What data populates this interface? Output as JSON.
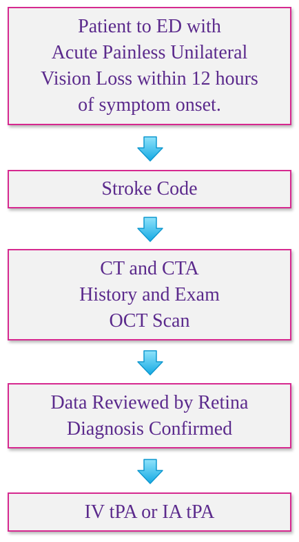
{
  "flowchart": {
    "steps": [
      {
        "lines": [
          "Patient to ED with",
          "Acute Painless Unilateral",
          "Vision Loss within 12 hours",
          "of symptom onset."
        ]
      },
      {
        "lines": [
          "Stroke Code"
        ]
      },
      {
        "lines": [
          "CT and CTA",
          "History and Exam",
          "OCT Scan"
        ]
      },
      {
        "lines": [
          "Data Reviewed by Retina",
          "Diagnosis Confirmed"
        ]
      },
      {
        "lines": [
          "IV tPA or IA tPA"
        ]
      }
    ],
    "colors": {
      "box_border": "#d6288f",
      "box_fill": "#f2f2f2",
      "text": "#5b2a8c",
      "arrow": "#27b7ea"
    },
    "arrow_icon": "down-arrow-icon"
  }
}
